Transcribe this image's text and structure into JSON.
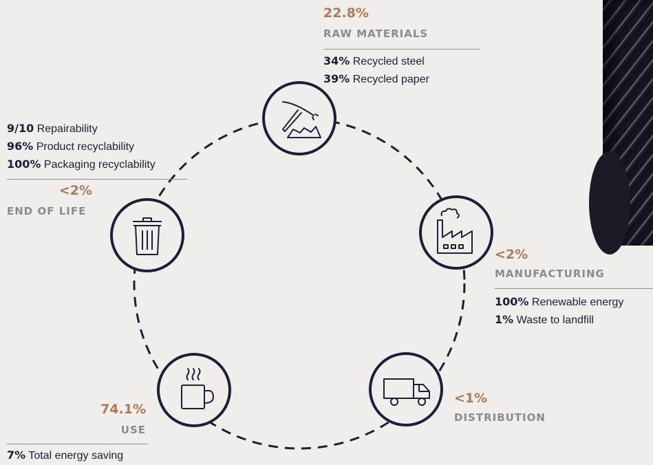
{
  "colors": {
    "navy": "#1f1d3a",
    "accent": "#a87c5a",
    "stage_gray": "#8b8a8f",
    "background": "#f1edea"
  },
  "stages": {
    "raw_materials": {
      "pct": "22.8%",
      "label": "RAW MATERIALS",
      "icon": "pickaxe-icon",
      "stats": [
        {
          "value": "34%",
          "text": "Recycled steel"
        },
        {
          "value": "39%",
          "text": "Recycled paper"
        }
      ]
    },
    "manufacturing": {
      "pct": "<2%",
      "label": "MANUFACTURING",
      "icon": "factory-icon",
      "stats": [
        {
          "value": "100%",
          "text": "Renewable energy"
        },
        {
          "value": "1%",
          "text": "Waste to landfill"
        }
      ]
    },
    "distribution": {
      "pct": "<1%",
      "label": "DISTRIBUTION",
      "icon": "truck-icon"
    },
    "use": {
      "pct": "74.1%",
      "label": "USE",
      "icon": "coffee-mug-icon",
      "stats": [
        {
          "value": "7%",
          "text": "Total energy saving"
        }
      ]
    },
    "end_of_life": {
      "pct": "<2%",
      "label": "END OF LIFE",
      "icon": "trash-bin-icon",
      "stats": [
        {
          "value": "9/10",
          "text": "Repairability"
        },
        {
          "value": "96%",
          "text": "Product recyclability"
        },
        {
          "value": "100%",
          "text": "Packaging recyclability"
        }
      ]
    }
  }
}
